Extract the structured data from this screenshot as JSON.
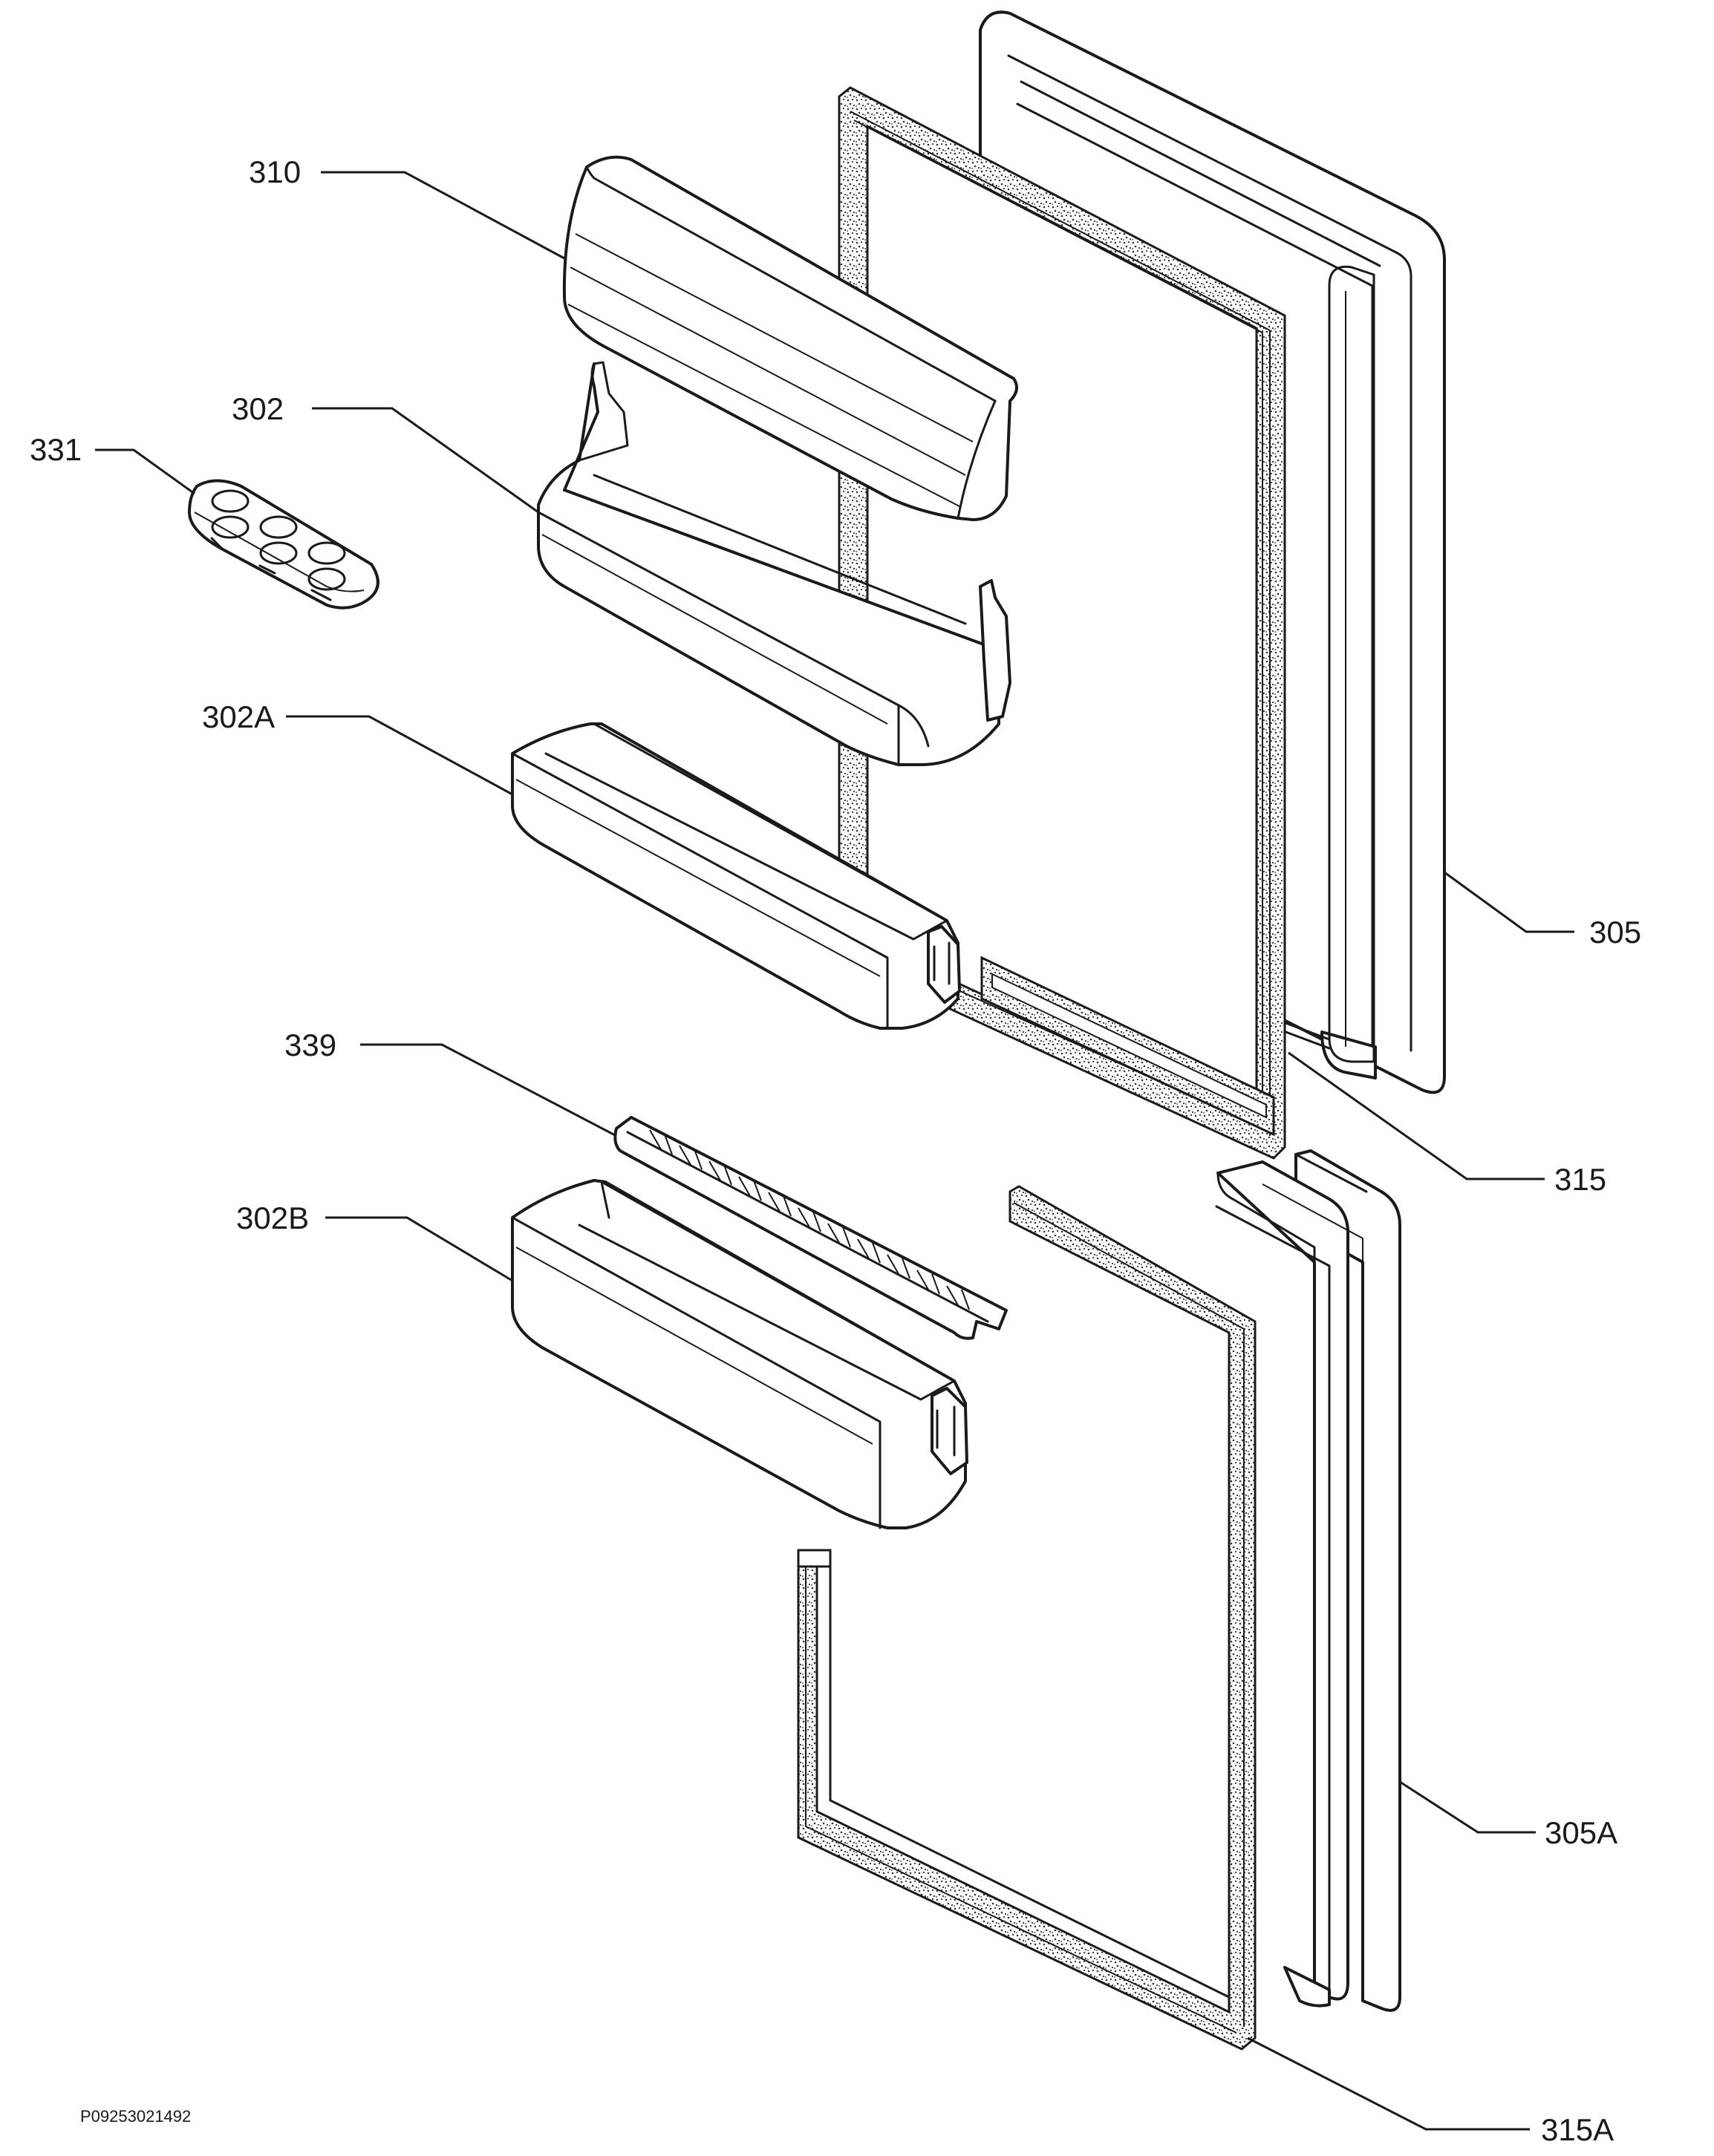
{
  "diagram": {
    "drawing_code": "P09253021492",
    "callouts": [
      {
        "id": "310",
        "text": "310"
      },
      {
        "id": "302",
        "text": "302"
      },
      {
        "id": "331",
        "text": "331"
      },
      {
        "id": "302A",
        "text": "302A"
      },
      {
        "id": "339",
        "text": "339"
      },
      {
        "id": "302B",
        "text": "302B"
      },
      {
        "id": "305",
        "text": "305"
      },
      {
        "id": "315",
        "text": "315"
      },
      {
        "id": "305A",
        "text": "305A"
      },
      {
        "id": "315A",
        "text": "315A"
      }
    ],
    "parts": [
      "upper-door-panel",
      "upper-door-gasket",
      "dairy-compartment-lid",
      "door-shelf",
      "egg-tray",
      "door-shelf-a",
      "bottle-retainer",
      "door-shelf-b",
      "lower-door-panel",
      "lower-door-gasket"
    ],
    "colors": {
      "line": "#1a1a1a",
      "background": "#ffffff"
    }
  }
}
